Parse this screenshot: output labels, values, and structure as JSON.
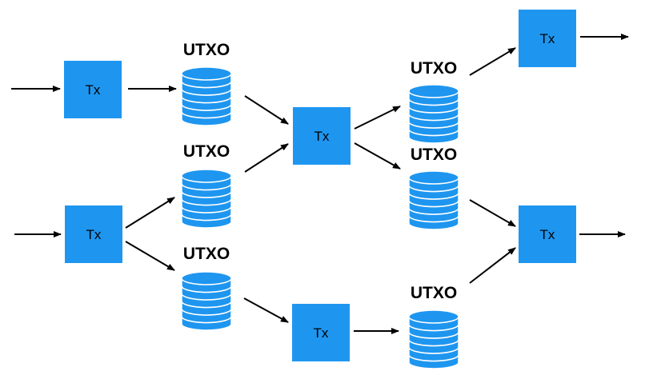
{
  "colors": {
    "node_fill": "#1e96f0",
    "disk_stroke": "#ffffff",
    "arrow": "#000000"
  },
  "tx_nodes": [
    {
      "id": "tx1",
      "label": "Tx"
    },
    {
      "id": "tx2",
      "label": "Tx"
    },
    {
      "id": "tx3",
      "label": "Tx"
    },
    {
      "id": "tx4",
      "label": "Tx"
    },
    {
      "id": "tx5",
      "label": "Tx"
    },
    {
      "id": "tx6",
      "label": "Tx"
    }
  ],
  "utxo_nodes": [
    {
      "id": "u1",
      "label": "UTXO"
    },
    {
      "id": "u2",
      "label": "UTXO"
    },
    {
      "id": "u3",
      "label": "UTXO"
    },
    {
      "id": "u4",
      "label": "UTXO"
    },
    {
      "id": "u5",
      "label": "UTXO"
    },
    {
      "id": "u6",
      "label": "UTXO"
    }
  ],
  "edges": [
    {
      "from": "input",
      "to": "tx1"
    },
    {
      "from": "input",
      "to": "tx2"
    },
    {
      "from": "tx1",
      "to": "u1"
    },
    {
      "from": "tx2",
      "to": "u2"
    },
    {
      "from": "tx2",
      "to": "u3"
    },
    {
      "from": "u1",
      "to": "tx3"
    },
    {
      "from": "u2",
      "to": "tx3"
    },
    {
      "from": "u3",
      "to": "tx4"
    },
    {
      "from": "tx3",
      "to": "u4"
    },
    {
      "from": "tx3",
      "to": "u5"
    },
    {
      "from": "tx4",
      "to": "u6"
    },
    {
      "from": "u4",
      "to": "tx5"
    },
    {
      "from": "u5",
      "to": "tx6"
    },
    {
      "from": "u6",
      "to": "tx6"
    },
    {
      "from": "tx5",
      "to": "output"
    },
    {
      "from": "tx6",
      "to": "output"
    }
  ]
}
